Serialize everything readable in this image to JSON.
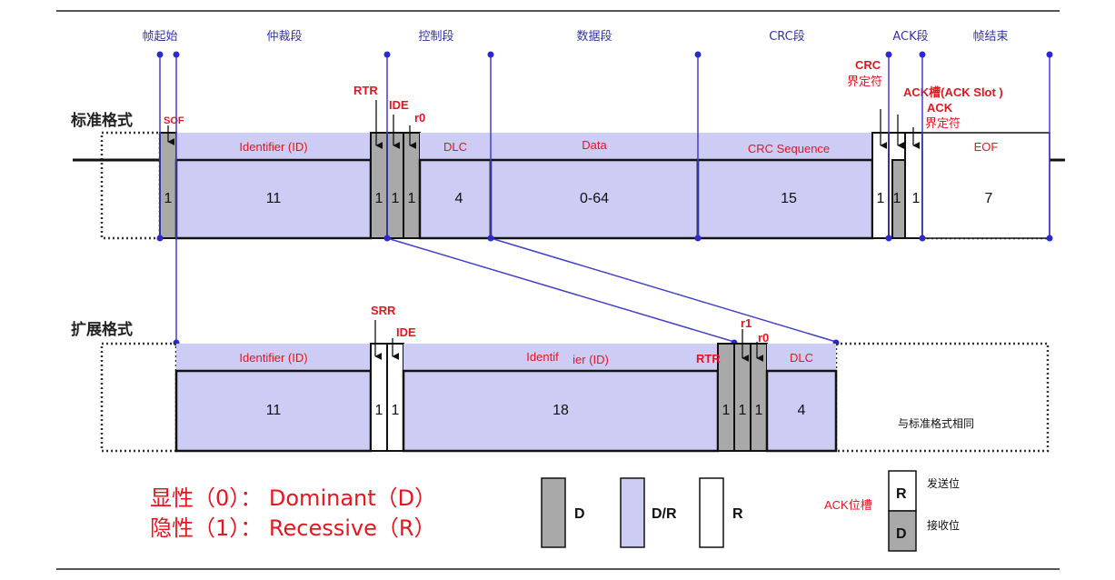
{
  "colors": {
    "dominant": "#a9a9a9",
    "dominant_recessive": "#ccccf5",
    "recessive": "#ffffff",
    "label_red": "#e8141e",
    "header_blue": "#3333aa",
    "line_blue": "#4040c8"
  },
  "headers": {
    "sof_region": "帧起始",
    "arbitration": "仲裁段",
    "control": "控制段",
    "data": "数据段",
    "crc": "CRC段",
    "ack": "ACK段",
    "eof": "帧结束"
  },
  "standard": {
    "label": "标准格式",
    "sof_label": "SOF",
    "rtr_label": "RTR",
    "ide_label": "IDE",
    "r0_label": "r0",
    "crc_delim_label_1": "CRC",
    "crc_delim_label_2": "界定符",
    "ack_slot_label": "ACK槽(ACK Slot )",
    "ack_delim_label_1": "ACK",
    "ack_delim_label_2": "界定符",
    "fields": {
      "identifier_name": "Identifier (ID)",
      "dlc_name": "DLC",
      "data_name": "Data",
      "crc_name": "CRC Sequence",
      "eof_name": "EOF",
      "sof_bits": "1",
      "id_bits": "11",
      "rtr_bits": "1",
      "ide_bits": "1",
      "r0_bits": "1",
      "dlc_bits": "4",
      "data_bits": "0-64",
      "crc_bits": "15",
      "crc_delim_bits": "1",
      "ack_slot_bits": "1",
      "ack_delim_bits": "1",
      "eof_bits": "7"
    }
  },
  "extended": {
    "label": "扩展格式",
    "srr_label": "SRR",
    "ide_label": "IDE",
    "rtr_label": "RTR",
    "r1_label": "r1",
    "r0_label": "r0",
    "same_as_standard": "与标准格式相同",
    "fields": {
      "identifier_name": "Identifier (ID)",
      "identifier2_name_a": "Identif",
      "identifier2_name_b": "ier (ID)",
      "dlc_name": "DLC",
      "id_bits": "11",
      "srr_bits": "1",
      "ide_bits": "1",
      "id2_bits": "18",
      "rtr_bits": "1",
      "r1_bits": "1",
      "r0_bits": "1",
      "dlc_bits": "4"
    }
  },
  "legend": {
    "dominant_line": "显性（0）： Dominant（D）",
    "recessive_line": "隐性（1）： Recessive（R）",
    "swatch_d": "D",
    "swatch_dr": "D/R",
    "swatch_r": "R",
    "ack_bit_slot": "ACK位槽",
    "ack_send_letter": "R",
    "ack_send_text": "发送位",
    "ack_recv_letter": "D",
    "ack_recv_text": "接收位"
  }
}
